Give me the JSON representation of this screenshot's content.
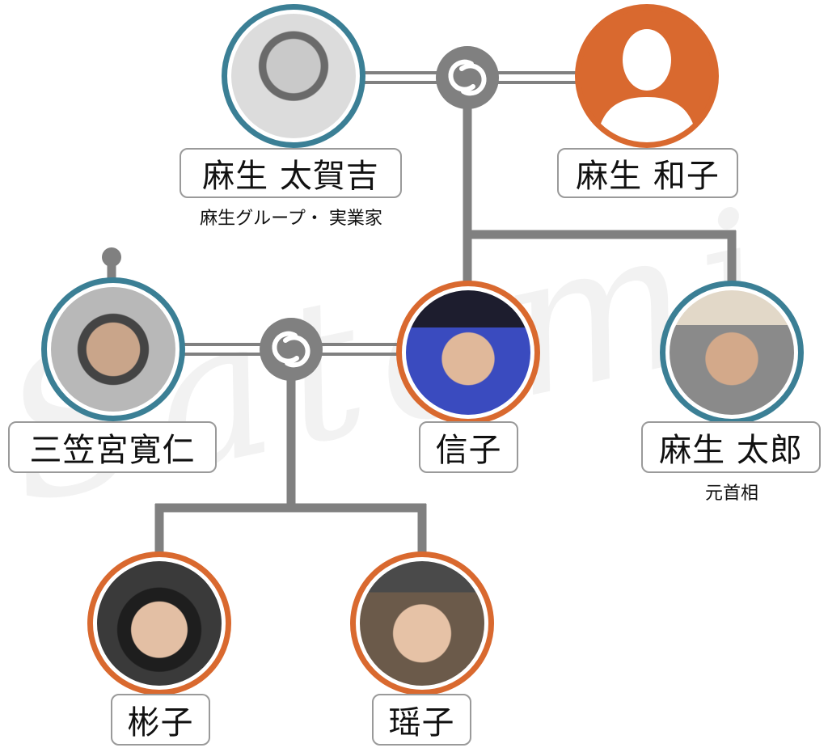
{
  "watermark": "Satomi",
  "colors": {
    "male_ring": "#3b7f95",
    "female_ring": "#d9692f",
    "line": "#808080"
  },
  "people": {
    "takakichi": {
      "name": "麻生 太賀吉",
      "subtitle": "麻生グループ・ 実業家"
    },
    "kazuko": {
      "name": "麻生 和子"
    },
    "tomohito": {
      "name": "三笠宮寛仁"
    },
    "nobuko": {
      "name": "信子"
    },
    "taro": {
      "name": "麻生 太郎",
      "subtitle": "元首相"
    },
    "akiko": {
      "name": "彬子"
    },
    "yoko": {
      "name": "瑶子"
    }
  }
}
